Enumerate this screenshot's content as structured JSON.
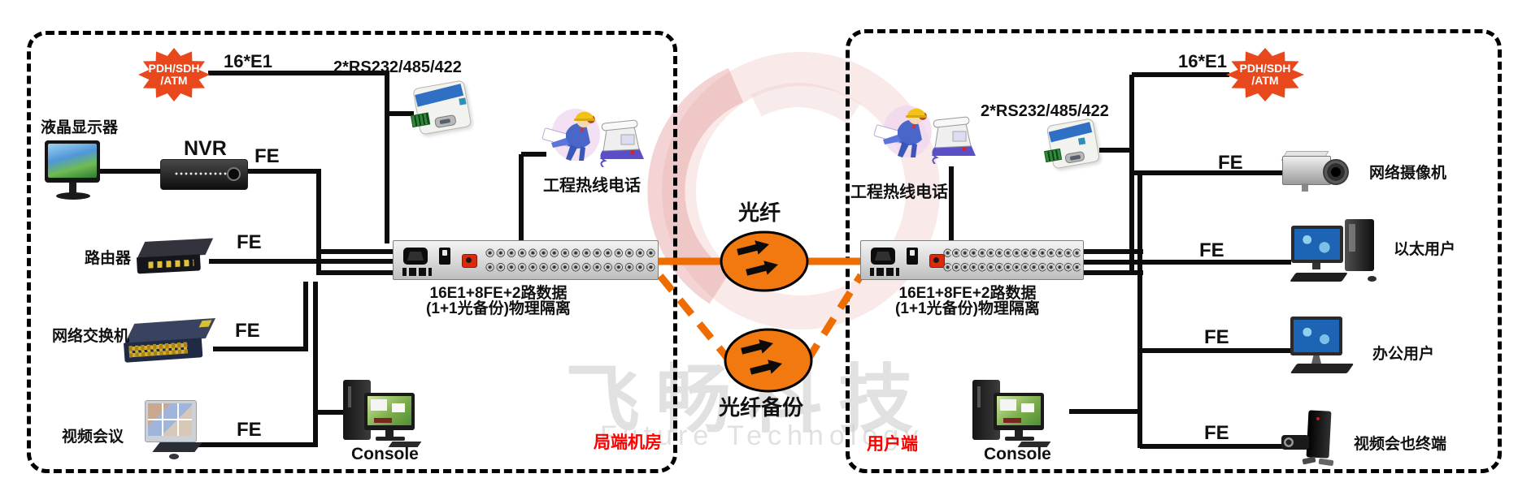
{
  "watermark": {
    "cn": "飞畅科技",
    "en": "Future Technology"
  },
  "fiber": {
    "primary_label": "光纤",
    "backup_label": "光纤备份"
  },
  "left": {
    "zone_label": "局端机房",
    "starburst_line1": "PDH/SDH",
    "starburst_line2": "/ATM",
    "e1_label": "16*E1",
    "serial_label": "2*RS232/485/422",
    "hotline_label": "工程热线电话",
    "monitor_label": "液晶显示器",
    "nvr_label": "NVR",
    "router_label": "路由器",
    "switch_label": "网络交换机",
    "videoconf_label": "视频会议",
    "fe_nvr": "FE",
    "fe_router": "FE",
    "fe_switch": "FE",
    "fe_videoconf": "FE",
    "mux_label_line1": "16E1+8FE+2路数据",
    "mux_label_line2": "(1+1光备份)物理隔离",
    "console_label": "Console"
  },
  "right": {
    "zone_label": "用户端",
    "starburst_line1": "PDH/SDH",
    "starburst_line2": "/ATM",
    "e1_label": "16*E1",
    "serial_label": "2*RS232/485/422",
    "hotline_label": "工程热线电话",
    "camera_label": "网络摄像机",
    "ethernet_label": "以太用户",
    "office_label": "办公用户",
    "vc_terminal_label": "视频会也终端",
    "fe_camera": "FE",
    "fe_ethernet": "FE",
    "fe_office": "FE",
    "fe_vc": "FE",
    "mux_label_line1": "16E1+8FE+2路数据",
    "mux_label_line2": "(1+1光备份)物理隔离",
    "console_label": "Console"
  },
  "colors": {
    "fiber_orange": "#ee6c00",
    "starburst_red": "#e8481c",
    "zone_label_red": "#ff0000",
    "line_black": "#0d0d0d"
  }
}
